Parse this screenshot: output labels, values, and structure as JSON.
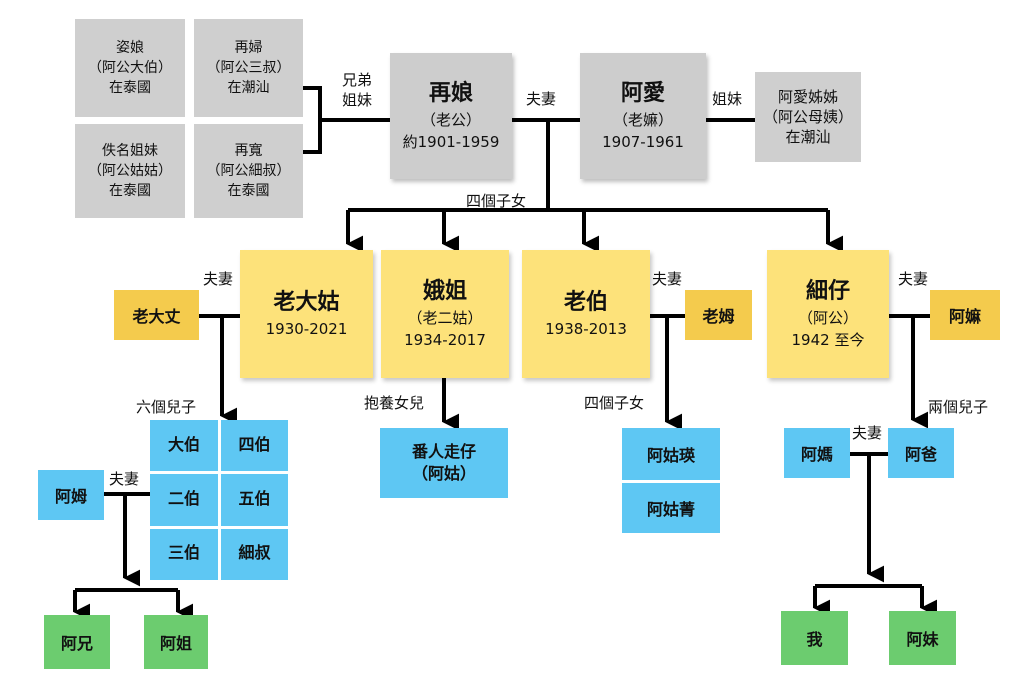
{
  "grand_relatives_left": {
    "aunt1": [
      "姿娘",
      "（阿公大伯）",
      "在泰國"
    ],
    "uncle3": [
      "再婦",
      "（阿公三叔）",
      "在潮汕"
    ],
    "sister": [
      "佚名姐妹",
      "（阿公姑姑）",
      "在泰國"
    ],
    "uncle_small": [
      "再寬",
      "（阿公細叔）",
      "在泰國"
    ]
  },
  "sibling_label": [
    "兄弟",
    "姐妹"
  ],
  "grandpa": {
    "name": "再娘",
    "role": "（老公）",
    "years": "約1901-1959"
  },
  "spouse_label_top": "夫妻",
  "grandma": {
    "name": "阿愛",
    "role": "（老嫲）",
    "years": "1907-1961"
  },
  "sister_label": "姐妹",
  "grandma_sister": [
    "阿愛姊姊",
    "（阿公母姨）",
    "在潮汕"
  ],
  "children_label": "四個子女",
  "children": {
    "c1": {
      "name": "老大姑",
      "years": "1930-2021"
    },
    "c2": {
      "name": "娥姐",
      "role": "（老二姑）",
      "years": "1934-2017"
    },
    "c3": {
      "name": "老伯",
      "years": "1938-2013"
    },
    "c4": {
      "name": "細仔",
      "role": "（阿公）",
      "years": "1942 至今"
    }
  },
  "spouses": {
    "c1_label": "夫妻",
    "c1_spouse": "老大丈",
    "c3_label": "夫妻",
    "c3_spouse": "老姆",
    "c4_label": "夫妻",
    "c4_spouse": "阿嫲"
  },
  "c1_kids_label": "六個兒子",
  "c1_kids": [
    "大伯",
    "四伯",
    "二伯",
    "五伯",
    "三伯",
    "細叔"
  ],
  "c2_kids_label": "抱養女兒",
  "c2_adopted": [
    "番人走仔",
    "（阿姑）"
  ],
  "c3_kids_label": "四個子女",
  "c3_kids": [
    "阿姑瑛",
    "阿姑菁"
  ],
  "c4_kids_label": "兩個兒子",
  "mother": "阿媽",
  "father": "阿爸",
  "parents_label": "夫妻",
  "uncle2_wife": "阿姆",
  "uncle2_label": "夫妻",
  "cousins": [
    "阿兄",
    "阿姐"
  ],
  "self": "我",
  "sister_small": "阿妹"
}
